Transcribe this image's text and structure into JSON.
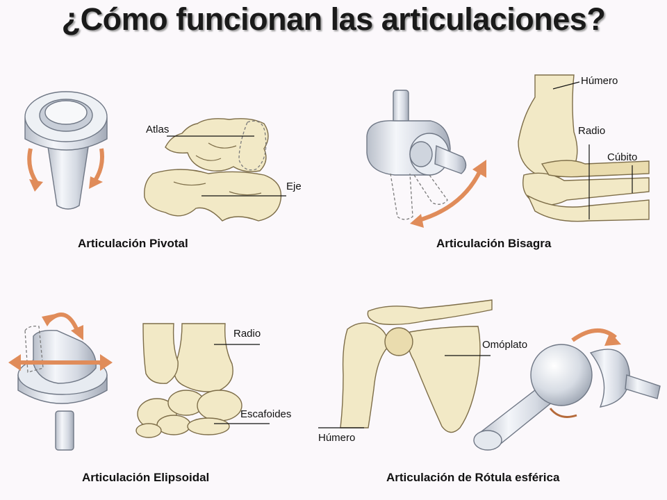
{
  "title": "¿Cómo funcionan las articulaciones?",
  "panels": {
    "pivotal": {
      "caption": "Articulación  Pivotal",
      "labels": {
        "atlas": "Atlas",
        "eje": "Eje"
      }
    },
    "bisagra": {
      "caption": "Articulación Bisagra",
      "labels": {
        "humero": "Húmero",
        "radio": "Radio",
        "cubito": "Cúbito"
      }
    },
    "elipsoidal": {
      "caption": "Articulación Elipsoidal",
      "labels": {
        "radio": "Radio",
        "escafoides": "Escafoides"
      }
    },
    "rotula": {
      "caption": "Articulación de Rótula esférica",
      "labels": {
        "omoplato": "Omóplato",
        "humero": "Húmero"
      }
    }
  },
  "colors": {
    "bone": "#f2e9c6",
    "bone_outline": "#7d6d48",
    "metal": "#d9dde5",
    "arrow": "#e08c5a",
    "background": "#fbf8fb"
  }
}
